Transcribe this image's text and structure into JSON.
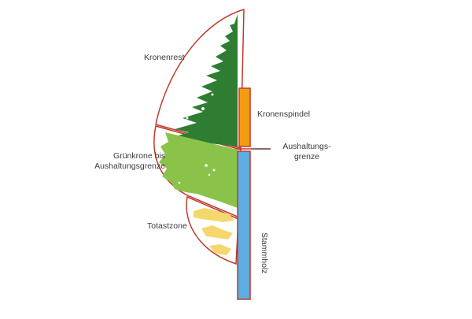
{
  "labels": {
    "kronenrest": "Kronenrest",
    "gruenkrone_line1": "Grünkrone bis",
    "gruenkrone_line2": "Aushaltungsgrenze",
    "totastzone": "Totastzone",
    "kronenspindel": "Kronenspindel",
    "aushaltung_line1": "Aushaltungs-",
    "aushaltung_line2": "grenze",
    "stammholz": "Stammholz"
  },
  "colors": {
    "outline": "#c0392b",
    "crown_dark": "#2e7d32",
    "crown_light": "#8bc34a",
    "dead_zone": "#f5d76e",
    "spindle": "#f39c12",
    "trunk": "#5dade2",
    "text": "#3a3a3a"
  }
}
